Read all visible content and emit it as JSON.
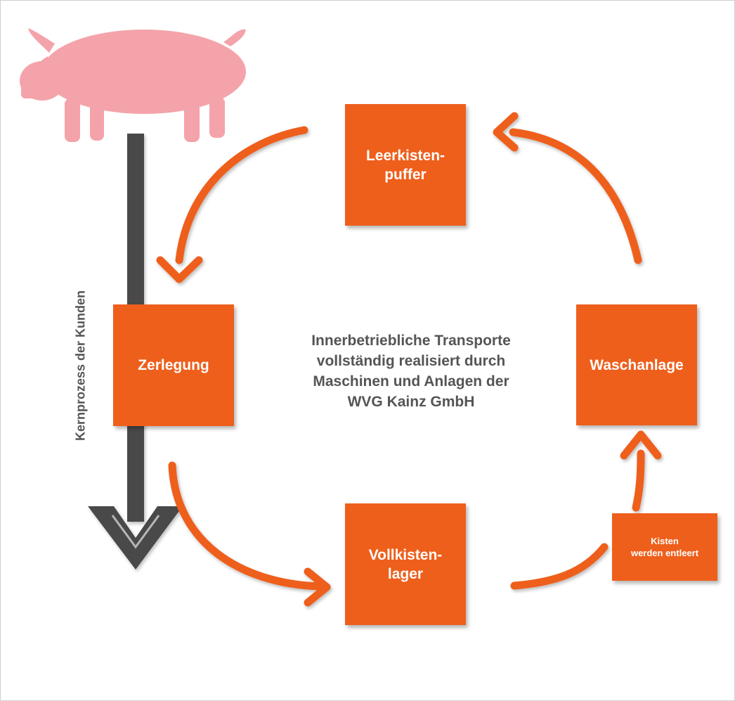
{
  "diagram": {
    "boxes": {
      "leerkisten": "Leerkisten-\npuffer",
      "zerlegung": "Zerlegung",
      "waschanlage": "Waschanlage",
      "vollkisten": "Vollkisten-\nlager",
      "kisten_entleert": "Kisten\nwerden entleert"
    },
    "center_text": "Innerbetriebliche Transporte\nvollständig realisiert durch\nMaschinen und Anlagen der\nWVG Kainz GmbH",
    "vertical_label": "Kernprozess der Kunden",
    "icons": [
      "pig-icon"
    ],
    "colors": {
      "box": "#ee5f1c",
      "arrow": "#ee5f1c",
      "main_arrow": "#4a4a4a",
      "pig": "#f4a3aa",
      "text": "#555555"
    }
  }
}
